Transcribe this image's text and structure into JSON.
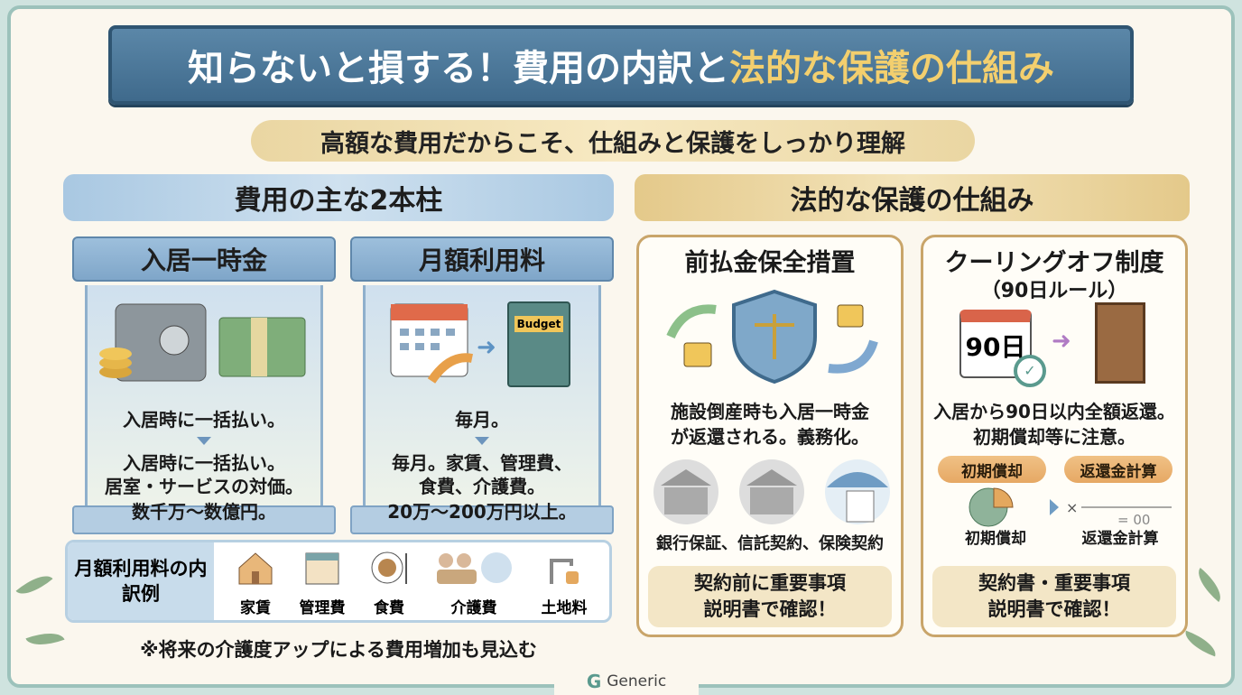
{
  "title": {
    "part1": "知らないと損する！費用の内訳と",
    "part2": "法的な保護の仕組み"
  },
  "subtitle": "高額な費用だからこそ、仕組みと保護をしっかり理解",
  "left": {
    "header": "費用の主な2本柱",
    "pillars": [
      {
        "title": "入居一時金",
        "summary": "入居時に一括払い。",
        "detail": [
          "入居時に一括払い。",
          "居室・サービスの対価。",
          "数千万〜数億円。"
        ]
      },
      {
        "title": "月額利用料",
        "summary": "毎月。",
        "detail": [
          "毎月。家賃、管理費、",
          "食費、介護費。",
          "20万〜200万円以上。"
        ],
        "book_label": "Budget"
      }
    ],
    "breakdown": {
      "label": "月額利用料の内訳例",
      "items": [
        "家賃",
        "管理費",
        "食費",
        "介護費",
        "土地料"
      ]
    },
    "footnote": "※将来の介護度アップによる費用増加も見込む"
  },
  "right": {
    "header": "法的な保護の仕組み",
    "card1": {
      "title": "前払金保全措置",
      "text": [
        "施設倒産時も入居一時金",
        "が返還される。義務化。"
      ],
      "methods": "銀行保証、信託契約、保険契約",
      "note": [
        "契約前に重要事項",
        "説明書で確認！"
      ]
    },
    "card2": {
      "title": "クーリングオフ制度",
      "subtitle": "（90日ルール）",
      "calendar": "90日",
      "text": [
        "入居から90日以内全額返還。",
        "初期償却等に注意。"
      ],
      "pills": [
        "初期償却",
        "返還金計算"
      ],
      "captions": [
        "初期償却",
        "返還金計算"
      ],
      "note": [
        "契約書・重要事項",
        "説明書で確認！"
      ]
    }
  },
  "brand": "Generic",
  "colors": {
    "banner": "#4a7698",
    "gold": "#f3cf6e",
    "card_border": "#c9a56a",
    "section_blue": "#a9c8e2"
  }
}
